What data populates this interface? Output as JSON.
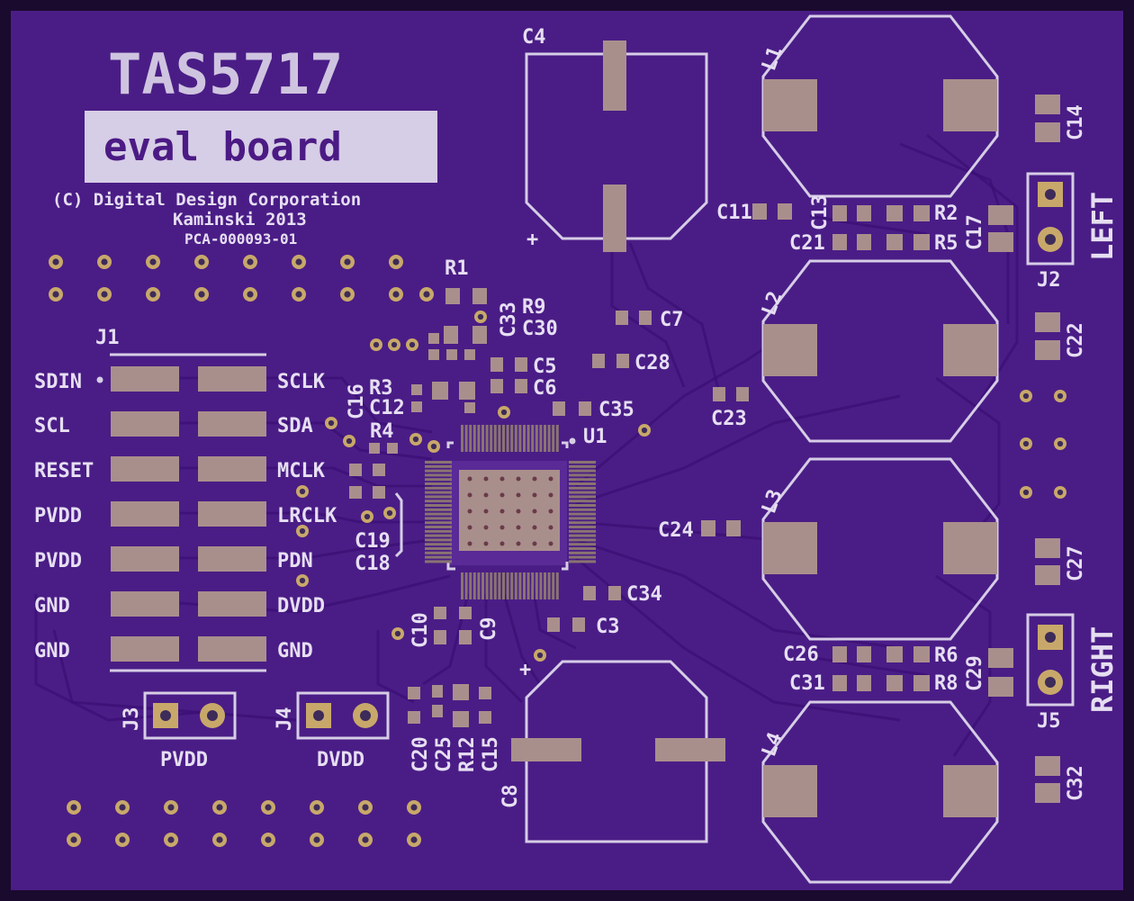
{
  "board": {
    "title": "TAS5717",
    "subtitle": "eval board",
    "copyright": "(C) Digital Design Corporation",
    "author": "Kaminski 2013",
    "part_number": "PCA-000093-01"
  },
  "colors": {
    "board": "#4a1d86",
    "border": "#1a0a2e",
    "silk": "#d6cde6",
    "pad": "#a98f8c"
  },
  "connector_j1": {
    "ref": "J1",
    "left_pins": [
      "SDIN",
      "SCL",
      "RESET",
      "PVDD",
      "PVDD",
      "GND",
      "GND"
    ],
    "right_pins": [
      "SCLK",
      "SDA",
      "MCLK",
      "LRCLK",
      "PDN",
      "DVDD",
      "GND"
    ]
  },
  "jumpers": {
    "j2": {
      "ref": "J2",
      "label": "LEFT"
    },
    "j5": {
      "ref": "J5",
      "label": "RIGHT"
    },
    "j3": {
      "ref": "J3",
      "label": "PVDD"
    },
    "j4": {
      "ref": "J4",
      "label": "DVDD"
    }
  },
  "ic": {
    "ref": "U1"
  },
  "inductors": [
    "L1",
    "L2",
    "L3",
    "L4"
  ],
  "refs": {
    "c4": "C4",
    "c8": "C8",
    "c11": "C11",
    "c13": "C13",
    "r2": "R2",
    "c21": "C21",
    "r5": "R5",
    "c17": "C17",
    "c14": "C14",
    "r1": "R1",
    "c33": "C33",
    "r9": "R9",
    "c30": "C30",
    "c7": "C7",
    "c5": "C5",
    "c6": "C6",
    "c28": "C28",
    "r3": "R3",
    "c16": "C16",
    "c12": "C12",
    "c35": "C35",
    "r4": "R4",
    "c22": "C22",
    "c23": "C23",
    "c19": "C19",
    "c18": "C18",
    "c24": "C24",
    "c27": "C27",
    "c34": "C34",
    "c3": "C3",
    "c10": "C10",
    "c9": "C9",
    "c26": "C26",
    "r6": "R6",
    "c31": "C31",
    "r8": "R8",
    "c29": "C29",
    "c20": "C20",
    "c25": "C25",
    "r12": "R12",
    "c15": "C15",
    "c32": "C32"
  }
}
